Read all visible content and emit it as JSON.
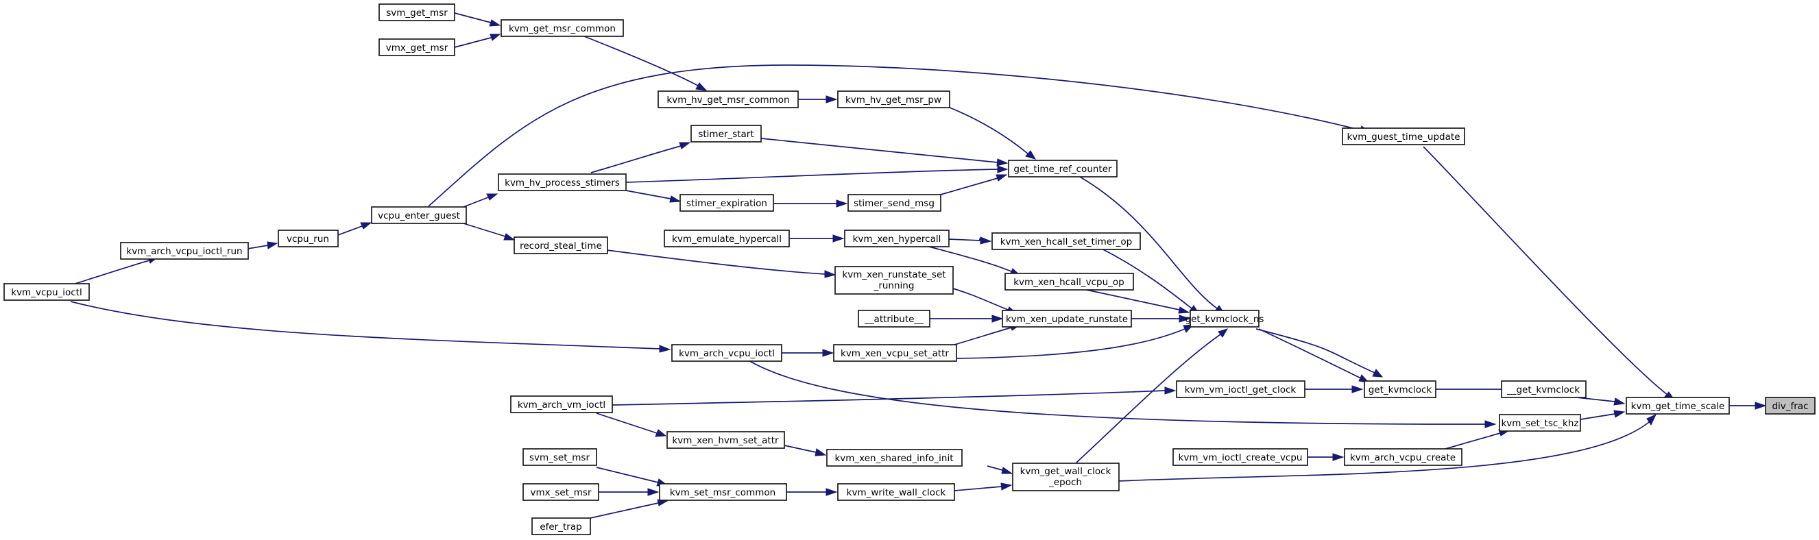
{
  "graph": {
    "title": "",
    "colors": {
      "edge": "#191970",
      "highlight": "#bfbfbf",
      "node_border": "#1a1a1a",
      "background": "#ffffff"
    },
    "nodes": {
      "div_frac": "div_frac",
      "kvm_get_time_scale": "kvm_get_time_scale",
      "kvm_guest_time_update": "kvm_guest_time_update",
      "get_kvmclock_ns": "get_kvmclock_ns",
      "get_time_ref_counter": "get_time_ref_counter",
      "kvm_hv_get_msr_pw": "kvm_hv_get_msr_pw",
      "kvm_hv_get_msr_common": "kvm_hv_get_msr_common",
      "kvm_get_msr_common": "kvm_get_msr_common",
      "svm_get_msr": "svm_get_msr",
      "vmx_get_msr": "vmx_get_msr",
      "stimer_start": "stimer_start",
      "kvm_hv_process_stimers": "kvm_hv_process_stimers",
      "stimer_expiration": "stimer_expiration",
      "stimer_send_msg": "stimer_send_msg",
      "vcpu_enter_guest": "vcpu_enter_guest",
      "vcpu_run": "vcpu_run",
      "kvm_arch_vcpu_ioctl_run": "kvm_arch_vcpu_ioctl_run",
      "kvm_vcpu_ioctl": "kvm_vcpu_ioctl",
      "record_steal_time": "record_steal_time",
      "kvm_emulate_hypercall": "kvm_emulate_hypercall",
      "kvm_xen_hypercall": "kvm_xen_hypercall",
      "kvm_xen_hcall_set_timer_op": "kvm_xen_hcall_set_timer_op",
      "kvm_xen_hcall_vcpu_op": "kvm_xen_hcall_vcpu_op",
      "kvm_xen_runstate_set_running_1": "kvm_xen_runstate_set",
      "kvm_xen_runstate_set_running_2": "_running",
      "attribute": "__attribute__",
      "kvm_xen_update_runstate": "kvm_xen_update_runstate",
      "kvm_arch_vcpu_ioctl": "kvm_arch_vcpu_ioctl",
      "kvm_xen_vcpu_set_attr": "kvm_xen_vcpu_set_attr",
      "get_kvmclock": "get_kvmclock",
      "__get_kvmclock": "__get_kvmclock",
      "kvm_vm_ioctl_get_clock": "kvm_vm_ioctl_get_clock",
      "kvm_arch_vm_ioctl": "kvm_arch_vm_ioctl",
      "kvm_set_tsc_khz": "kvm_set_tsc_khz",
      "kvm_xen_hvm_set_attr": "kvm_xen_hvm_set_attr",
      "kvm_xen_shared_info_init": "kvm_xen_shared_info_init",
      "kvm_get_wall_clock_epoch_1": "kvm_get_wall_clock",
      "kvm_get_wall_clock_epoch_2": "_epoch",
      "kvm_vm_ioctl_create_vcpu": "kvm_vm_ioctl_create_vcpu",
      "kvm_arch_vcpu_create": "kvm_arch_vcpu_create",
      "svm_set_msr": "svm_set_msr",
      "vmx_set_msr": "vmx_set_msr",
      "efer_trap": "efer_trap",
      "kvm_set_msr_common": "kvm_set_msr_common",
      "kvm_write_wall_clock": "kvm_write_wall_clock"
    }
  }
}
